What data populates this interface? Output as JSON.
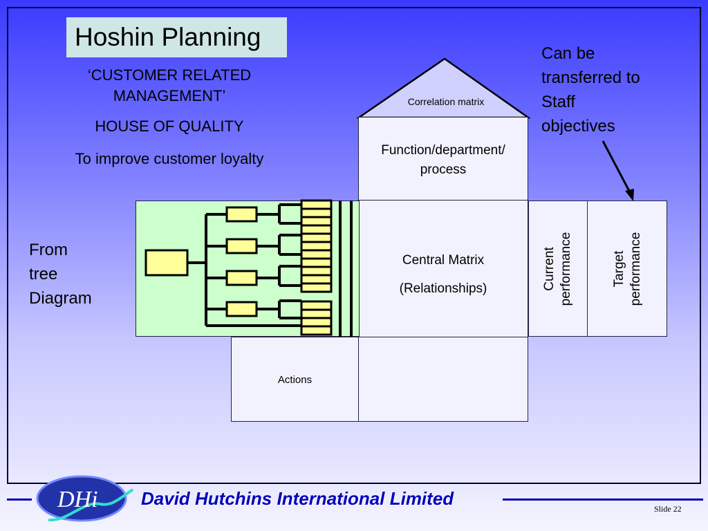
{
  "title": "Hoshin Planning",
  "subtitle_lines": [
    "‘CUSTOMER RELATED",
    "MANAGEMENT’"
  ],
  "house_of_quality": "HOUSE OF QUALITY",
  "goal": "To improve customer loyalty",
  "left_note": [
    "From",
    "tree",
    "Diagram"
  ],
  "right_note": [
    "Can be",
    "transferred to",
    "Staff",
    "objectives"
  ],
  "house": {
    "correlation": "Correlation matrix",
    "function_lines": [
      "Function/department/",
      "process"
    ],
    "central_lines": [
      "Central Matrix",
      "(Relationships)"
    ],
    "current_lines": [
      "Current",
      "performance"
    ],
    "target_lines": [
      "Target",
      "performance"
    ],
    "actions": "Actions"
  },
  "colors": {
    "title_bg": "#cfe6e6",
    "tree_bg": "#ccffcc",
    "tree_box": "#ffff99",
    "cell_bg": "#f2f2ff",
    "company_text": "#0000bb",
    "logo_bg": "#2233aa"
  },
  "footer": {
    "logo_text": "DHi",
    "company": "David Hutchins International Limited",
    "slide": "Slide 22"
  }
}
